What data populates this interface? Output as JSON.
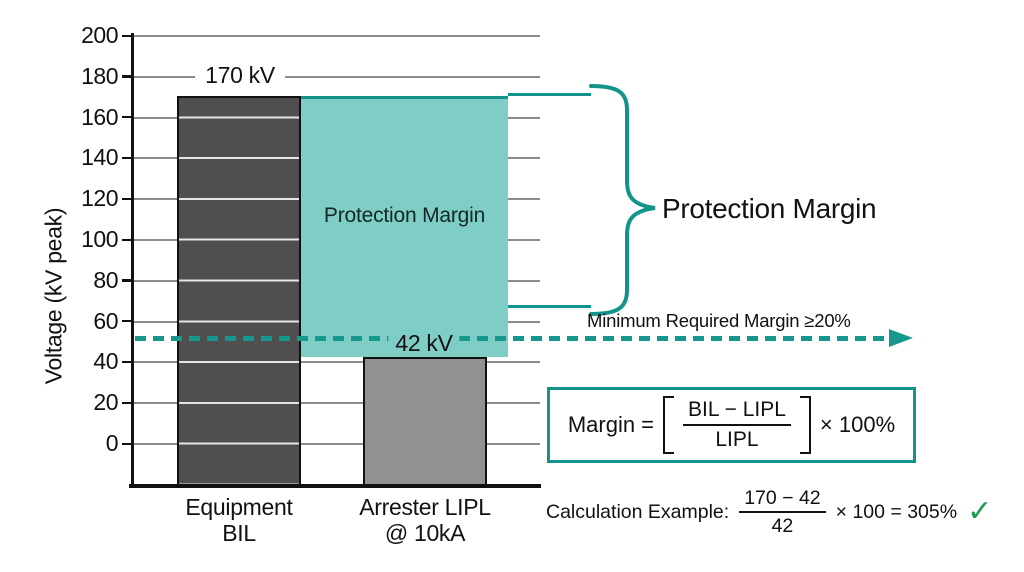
{
  "chart_data": {
    "type": "bar",
    "title": "",
    "ylabel": "Voltage (kV peak)",
    "ylim": [
      0,
      200
    ],
    "y_ticks": [
      200,
      180,
      160,
      140,
      120,
      100,
      80,
      60,
      40,
      20,
      0
    ],
    "grid": true,
    "categories": [
      "Equipment BIL",
      "Arrester LIPL @ 10kA"
    ],
    "category_lines": [
      [
        "Equipment",
        "BIL"
      ],
      [
        "Arrester LIPL",
        "@ 10kA"
      ]
    ],
    "values": [
      170,
      42
    ],
    "bar_value_labels": [
      "170 kV",
      "42 kV"
    ],
    "shaded_region": {
      "label": "Protection Margin",
      "from_kv": 42,
      "to_kv": 170
    }
  },
  "annotations": {
    "brace_label": "Protection Margin",
    "min_margin_label": "Minimum Required Margin ≥20%"
  },
  "formula": {
    "lhs": "Margin =",
    "numerator": "BIL − LIPL",
    "denominator": "LIPL",
    "multiplier": "× 100%"
  },
  "calculation": {
    "label": "Calculation Example:",
    "numerator": "170 − 42",
    "denominator": "42",
    "result": "× 100 = 305%",
    "check": "✓"
  },
  "colors": {
    "teal_fill": "#7fcec5",
    "teal_line": "#12948a",
    "dark_bar": "#4f4f4f",
    "light_bar": "#8f9193",
    "gridline": "#8c8c8c",
    "check_green": "#1d9b4f",
    "text": "#111111"
  }
}
